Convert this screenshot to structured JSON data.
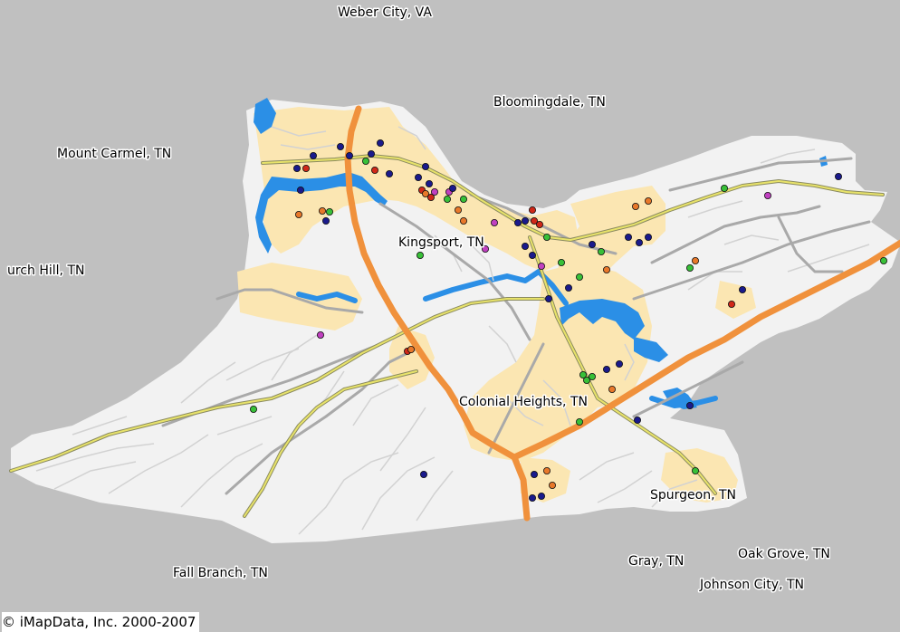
{
  "colors": {
    "background": "#c0c0c0",
    "county": "#f2f2f2",
    "urban": "#fbe6b2",
    "water": "#2b8fe6",
    "interstate": "#f0913c",
    "highway": "#e8e36a",
    "road": "#a9a9a9",
    "minor_road": "#d2d2d2"
  },
  "places": [
    {
      "id": "weber-city",
      "label": "Weber City, VA"
    },
    {
      "id": "bloomingdale",
      "label": "Bloomingdale, TN"
    },
    {
      "id": "mount-carmel",
      "label": "Mount Carmel, TN"
    },
    {
      "id": "church-hill",
      "label": "urch Hill, TN"
    },
    {
      "id": "kingsport",
      "label": "Kingsport, TN"
    },
    {
      "id": "colonial-heights",
      "label": "Colonial Heights, TN"
    },
    {
      "id": "spurgeon",
      "label": "Spurgeon, TN"
    },
    {
      "id": "fall-branch",
      "label": "Fall Branch, TN"
    },
    {
      "id": "gray",
      "label": "Gray, TN"
    },
    {
      "id": "oak-grove",
      "label": "Oak Grove, TN"
    },
    {
      "id": "johnson-city",
      "label": "Johnson City, TN"
    }
  ],
  "marker_colors": {
    "navy": "#1a1a8c",
    "green": "#38c038",
    "orange": "#e8782a",
    "red": "#d02818",
    "magenta": "#c040c0"
  },
  "copyright": "© iMapData, Inc. 2000-2007"
}
